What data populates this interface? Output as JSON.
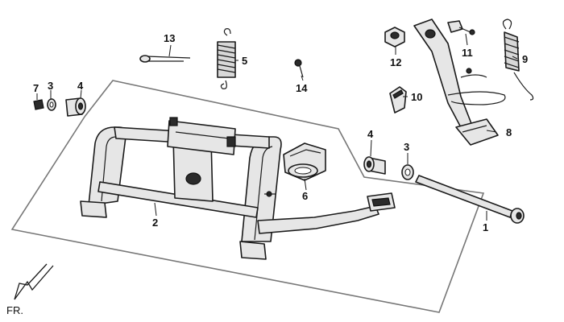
{
  "diagram": {
    "callouts": {
      "p1": "1",
      "p2": "2",
      "p3a": "3",
      "p3b": "3",
      "p4a": "4",
      "p4b": "4",
      "p5": "5",
      "p6": "6",
      "p7": "7",
      "p8": "8",
      "p9": "9",
      "p10": "10",
      "p11": "11",
      "p12": "12",
      "p13": "13",
      "p14": "14"
    },
    "direction_label": "FR.",
    "line_color": "#1a1a1a",
    "frame_color": "#777777"
  }
}
